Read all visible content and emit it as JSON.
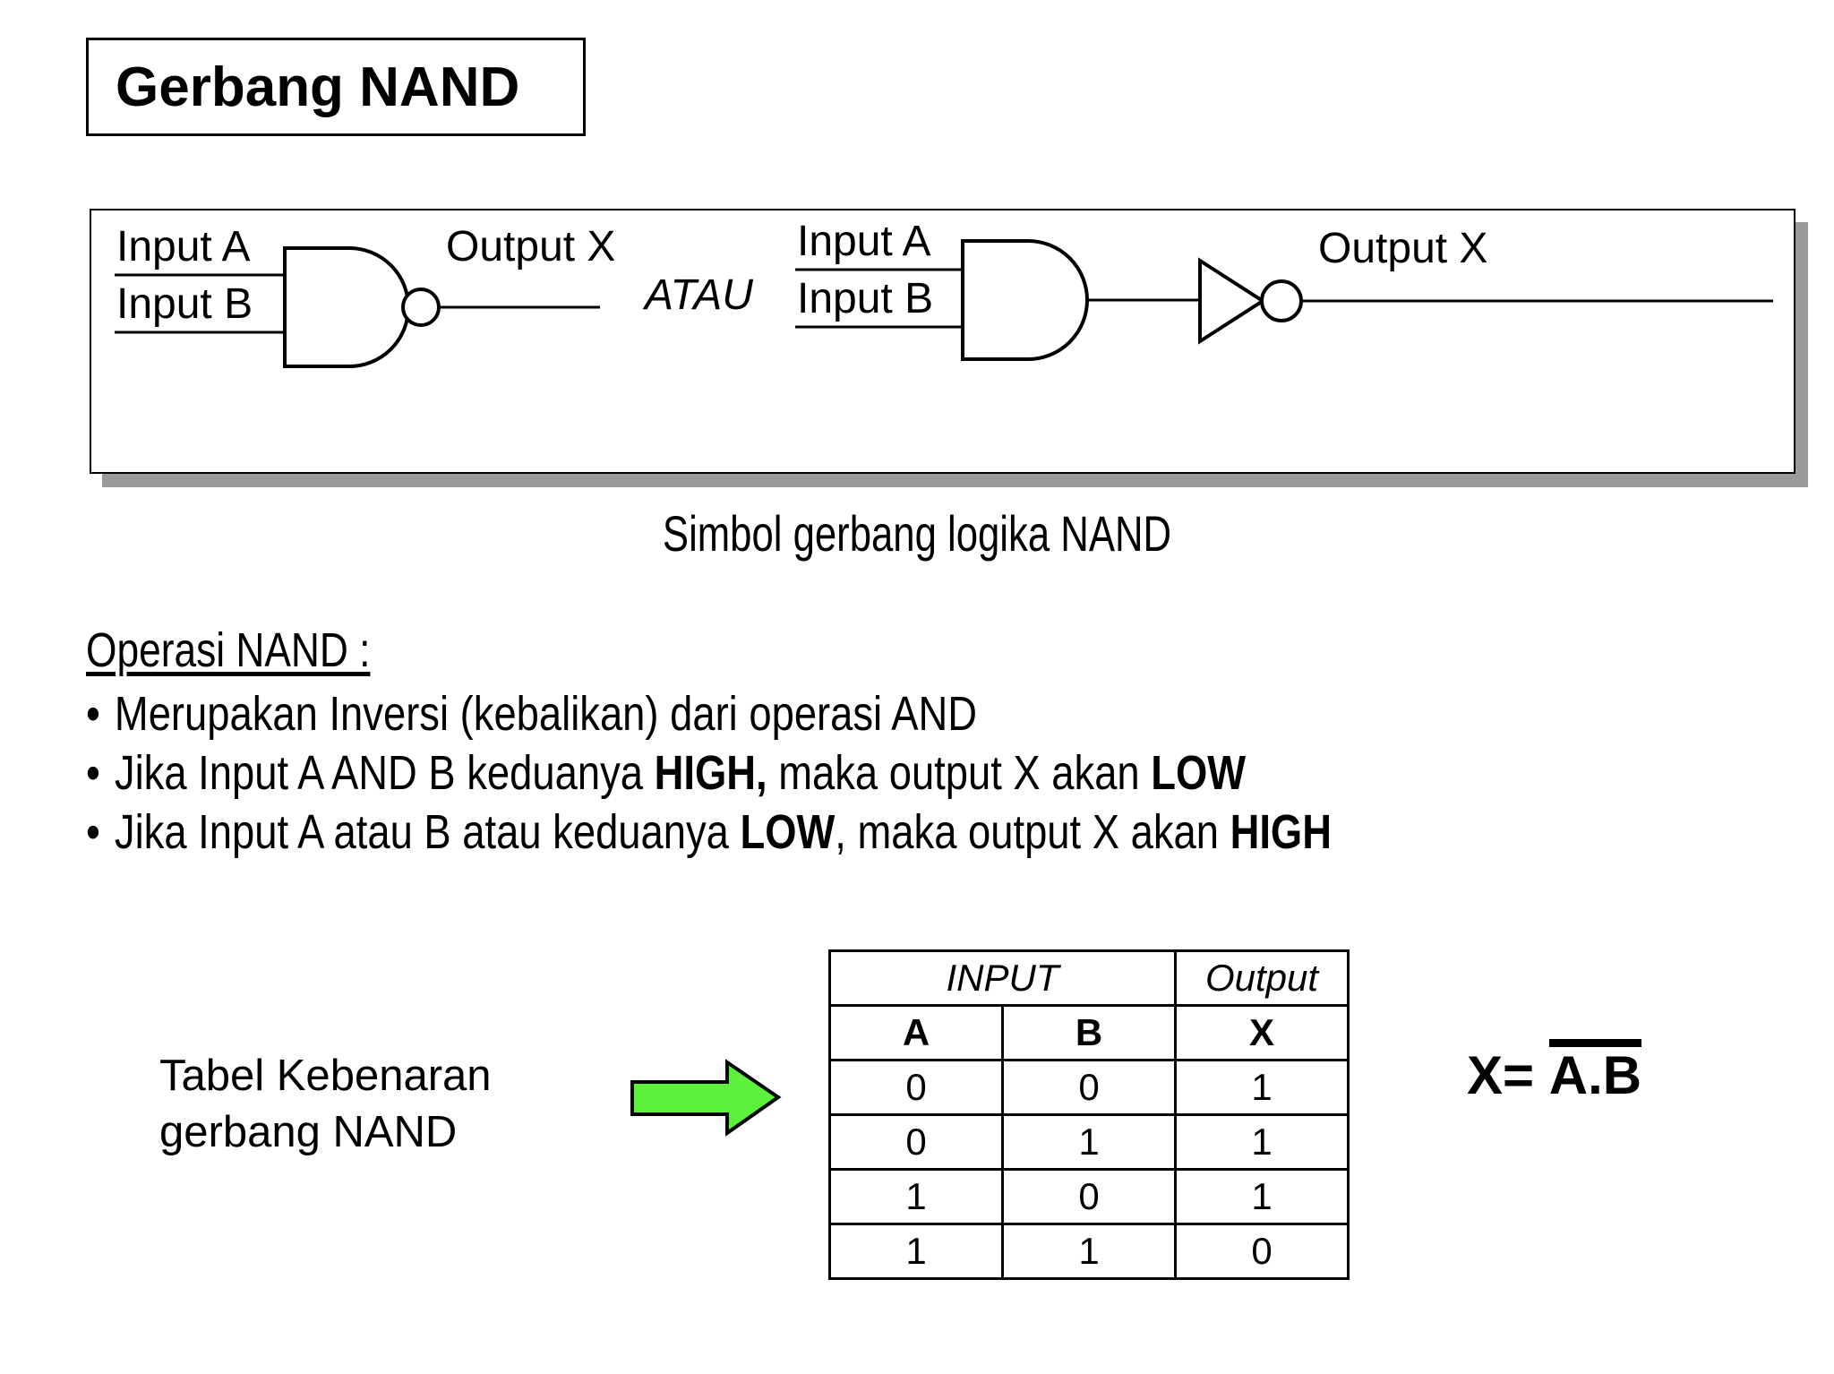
{
  "title": {
    "text": "Gerbang NAND"
  },
  "symbol_panel": {
    "left_gate": {
      "input_a_label": "Input A",
      "input_b_label": "Input B",
      "output_label": "Output X",
      "gate_type": "nand-gate-symbol"
    },
    "connector_label": "ATAU",
    "right_gate": {
      "input_a_label": "Input A",
      "input_b_label": "Input B",
      "output_label": "Output X",
      "gate_type": "and-gate-plus-inverter"
    },
    "caption": "Simbol gerbang logika NAND"
  },
  "operation": {
    "heading": "Operasi NAND :",
    "bullets": [
      {
        "marker": "•",
        "parts": [
          {
            "text": "Merupakan Inversi (kebalikan) dari operasi AND",
            "bold": false
          }
        ]
      },
      {
        "marker": "•",
        "parts": [
          {
            "text": "Jika Input A AND B keduanya ",
            "bold": false
          },
          {
            "text": "HIGH,",
            "bold": true
          },
          {
            "text": " maka output X akan ",
            "bold": false
          },
          {
            "text": "LOW",
            "bold": true
          }
        ]
      },
      {
        "marker": "•",
        "parts": [
          {
            "text": "Jika Input A atau B atau keduanya ",
            "bold": false
          },
          {
            "text": "LOW",
            "bold": true
          },
          {
            "text": ", maka output X akan ",
            "bold": false
          },
          {
            "text": "HIGH",
            "bold": true
          }
        ]
      }
    ]
  },
  "table_caption": {
    "line1": "Tabel Kebenaran",
    "line2": "gerbang NAND"
  },
  "arrow": {
    "name": "green-right-arrow",
    "fill_color": "#5DF03C",
    "stroke_color": "#000000"
  },
  "truth_table": {
    "group_headers": [
      {
        "label": "INPUT",
        "colspan": 2
      },
      {
        "label": "Output",
        "colspan": 1
      }
    ],
    "columns": [
      "A",
      "B",
      "X"
    ],
    "rows": [
      [
        "0",
        "0",
        "1"
      ],
      [
        "0",
        "1",
        "1"
      ],
      [
        "1",
        "0",
        "1"
      ],
      [
        "1",
        "1",
        "0"
      ]
    ]
  },
  "formula": {
    "prefix": "X= ",
    "overlined": "A.B"
  }
}
